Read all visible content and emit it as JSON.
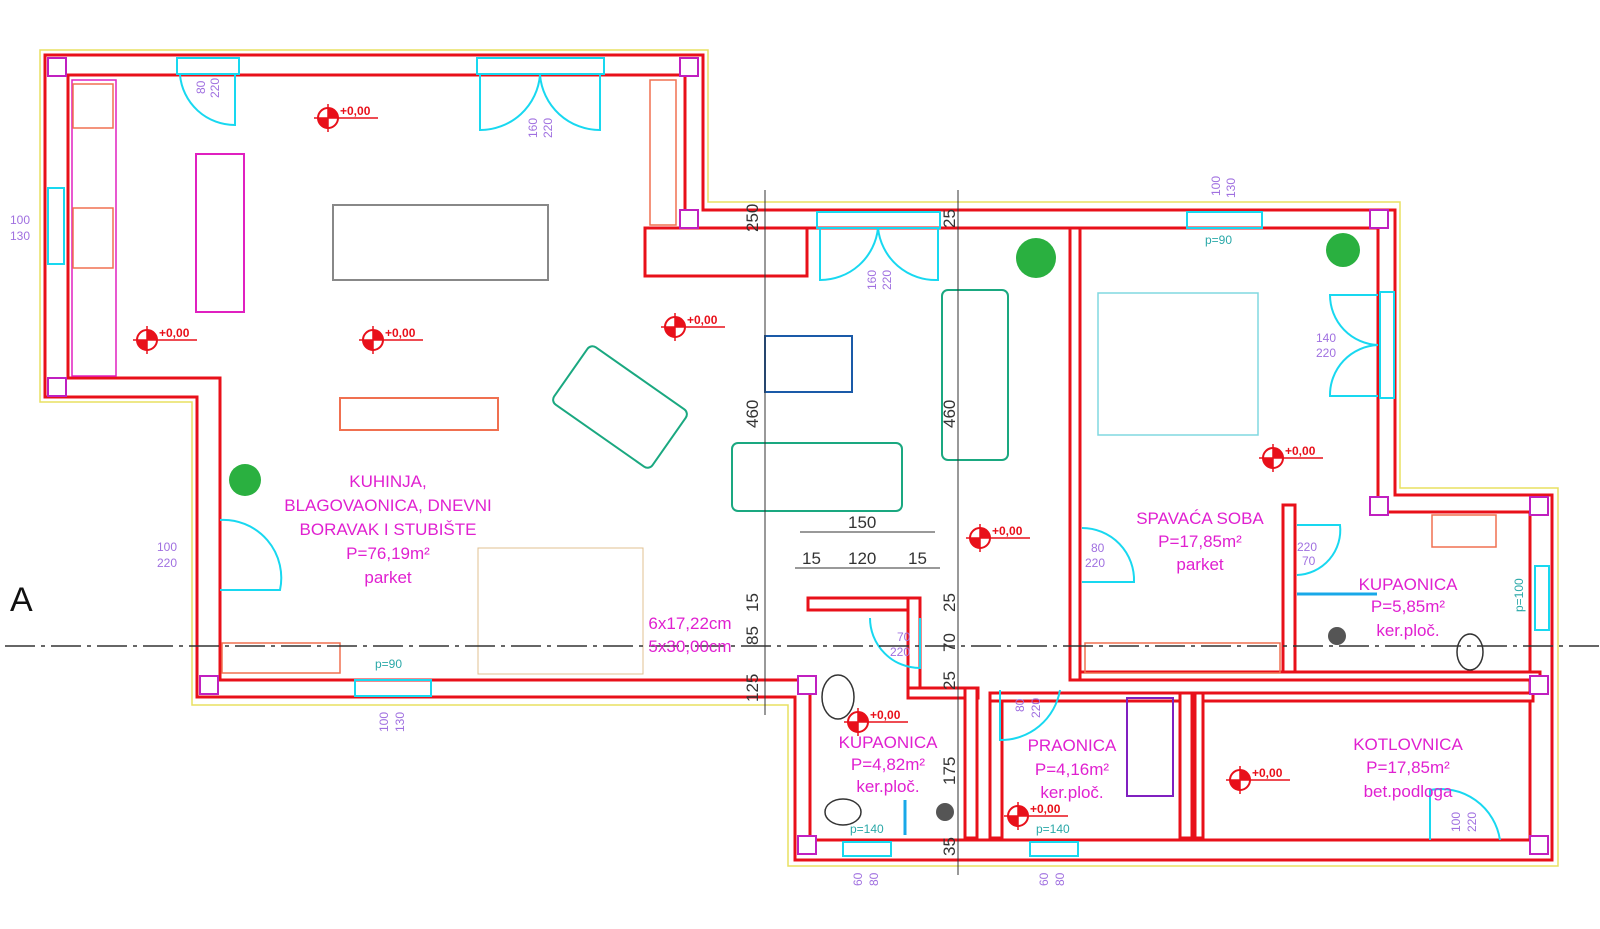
{
  "rooms": {
    "living": {
      "l1": "KUHINJA,",
      "l2": "BLAGOVAONICA, DNEVNI",
      "l3": "BORAVAK I STUBIŠTE",
      "area": "P=76,19m²",
      "floor": "parket"
    },
    "bedroom": {
      "name": "SPAVAĆA SOBA",
      "area": "P=17,85m²",
      "floor": "parket"
    },
    "bath1": {
      "name": "KUPAONICA",
      "area": "P=5,85m²",
      "floor": "ker.ploč."
    },
    "bath2": {
      "name": "KUPAONICA",
      "area": "P=4,82m²",
      "floor": "ker.ploč."
    },
    "laundry": {
      "name": "PRAONICA",
      "area": "P=4,16m²",
      "floor": "ker.ploč."
    },
    "boiler": {
      "name": "KOTLOVNICA",
      "area": "P=17,85m²",
      "floor": "bet.podloga"
    }
  },
  "elevation": "+0,00",
  "stairs": {
    "steps": "6x17,22cm",
    "treads": "5x30,00cm"
  },
  "section": "A",
  "openings": {
    "w100_130": [
      "100",
      "130"
    ],
    "d80_220": [
      "80",
      "220"
    ],
    "d160_220": [
      "160",
      "220"
    ],
    "d140_220": [
      "140",
      "220"
    ],
    "d100_220": [
      "100",
      "220"
    ],
    "d70_220": [
      "70",
      "220"
    ],
    "d220_70": [
      "220",
      "70"
    ],
    "w60_80": [
      "60",
      "80"
    ],
    "p90": "p=90",
    "p140": "p=140",
    "p100": "p=100",
    "p90b": "p=90"
  },
  "dims": {
    "h460": "460",
    "w150": "150",
    "w15": "15",
    "w120": "120",
    "v250": "250",
    "v25": "25",
    "v15": "15",
    "v85": "85",
    "v125": "125",
    "v70": "70",
    "v175": "175",
    "v35": "35"
  },
  "colors": {
    "wall": "#e8101a",
    "label": "#e020d0",
    "opening": "#18d8f0",
    "dimension": "#a070e0"
  }
}
